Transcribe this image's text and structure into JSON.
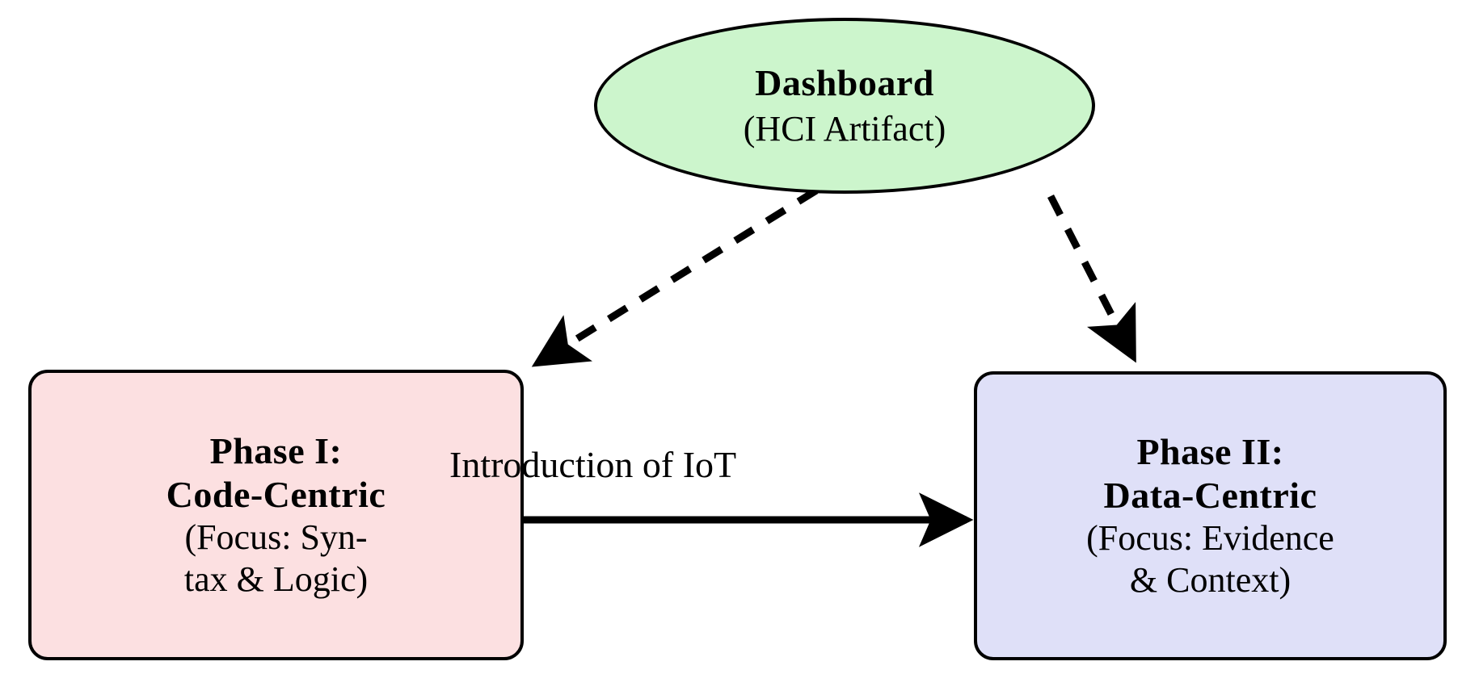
{
  "diagram": {
    "title": "Evolution from code-centric to data-centric phases with dashboard artifact",
    "background_color": "#ffffff",
    "stroke_color": "#000000"
  },
  "nodes": [
    {
      "id": "dashboard",
      "shape": "ellipse",
      "fill_color": "#ccf5cc",
      "title": "Dashboard",
      "subtitle": "(HCI Artifact)"
    },
    {
      "id": "phase-1",
      "shape": "rounded-rect",
      "fill_color": "#fce0e1",
      "title_line_1": "Phase  I:",
      "title_line_2": "Code-Centric",
      "subtitle_line_1": "(Focus:  Syn-",
      "subtitle_line_2": "tax & Logic)"
    },
    {
      "id": "phase-2",
      "shape": "rounded-rect",
      "fill_color": "#dfe0f8",
      "title_line_1": "Phase  II:",
      "title_line_2": "Data-Centric",
      "subtitle_line_1": "(Focus:  Evidence",
      "subtitle_line_2": "& Context)"
    }
  ],
  "edges": [
    {
      "id": "edge-phase1-to-phase2",
      "from": "phase-1",
      "to": "phase-2",
      "style": "solid",
      "arrowhead": "filled-triangle",
      "label": "Introduction of IoT"
    },
    {
      "id": "edge-dashboard-to-phase1",
      "from": "dashboard",
      "to": "phase-1",
      "style": "dashed",
      "arrowhead": "filled-triangle",
      "label": ""
    },
    {
      "id": "edge-dashboard-to-phase2",
      "from": "dashboard",
      "to": "phase-2",
      "style": "dashed",
      "arrowhead": "filled-triangle",
      "label": ""
    }
  ]
}
